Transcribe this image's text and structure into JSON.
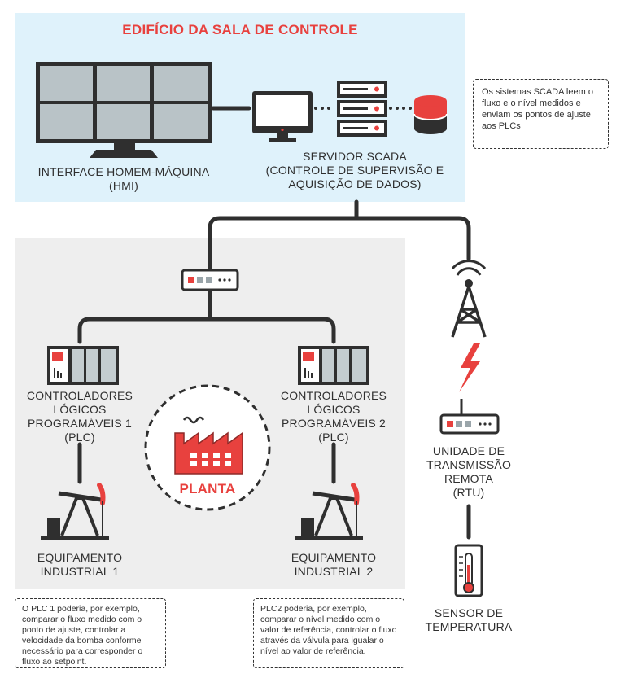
{
  "control_room": {
    "title": "EDIFÍCIO DA SALA DE CONTROLE",
    "hmi_label": "INTERFACE HOMEM-MÁQUINA\n(HMI)",
    "scada_label": "SERVIDOR SCADA\n(CONTROLE DE SUPERVISÃO E\nAQUISIÇÃO DE DADOS)"
  },
  "scada_note": "Os sistemas SCADA leem o fluxo e o nível medidos e enviam os pontos de ajuste aos PLCs",
  "plant": {
    "plc1_label": "CONTROLADORES\nLÓGICOS\nPROGRAMÁVEIS 1\n(PLC)",
    "plc2_label": "CONTROLADORES\nLÓGICOS\nPROGRAMÁVEIS 2\n(PLC)",
    "plant_label": "PLANTA",
    "equip1_label": "EQUIPAMENTO\nINDUSTRIAL 1",
    "equip2_label": "EQUIPAMENTO\nINDUSTRIAL 2"
  },
  "remote": {
    "rtu_label": "UNIDADE DE\nTRANSMISSÃO\nREMOTA\n(RTU)",
    "sensor_label": "SENSOR DE\nTEMPERATURA"
  },
  "notes": {
    "plc1_note": "O PLC 1 poderia, por exemplo, comparar o fluxo medido com o ponto de ajuste, controlar a velocidade da bomba conforme necessário para corresponder o fluxo ao setpoint.",
    "plc2_note": "PLC2 poderia, por exemplo, comparar o nível medido com o valor de referência, controlar o fluxo através da válvula para igualar o nível ao valor de referência."
  },
  "colors": {
    "accent": "#e8413e",
    "control_bg": "#dff2fb",
    "plant_bg": "#eeeeee",
    "dark": "#2f2f2f",
    "screen": "#b9c3c7"
  }
}
